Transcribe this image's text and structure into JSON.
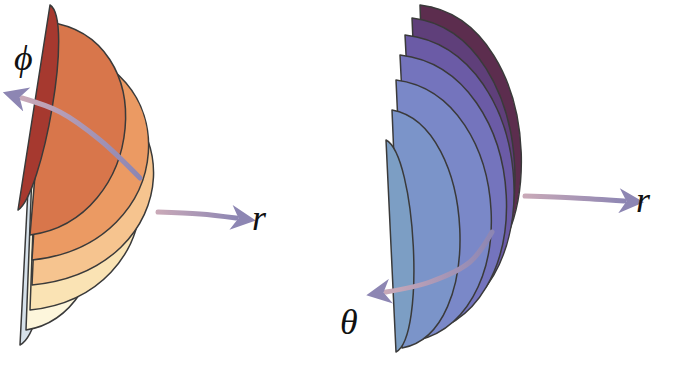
{
  "diagram": {
    "labels": [
      "ϕ",
      "r",
      "r",
      "θ"
    ]
  }
}
